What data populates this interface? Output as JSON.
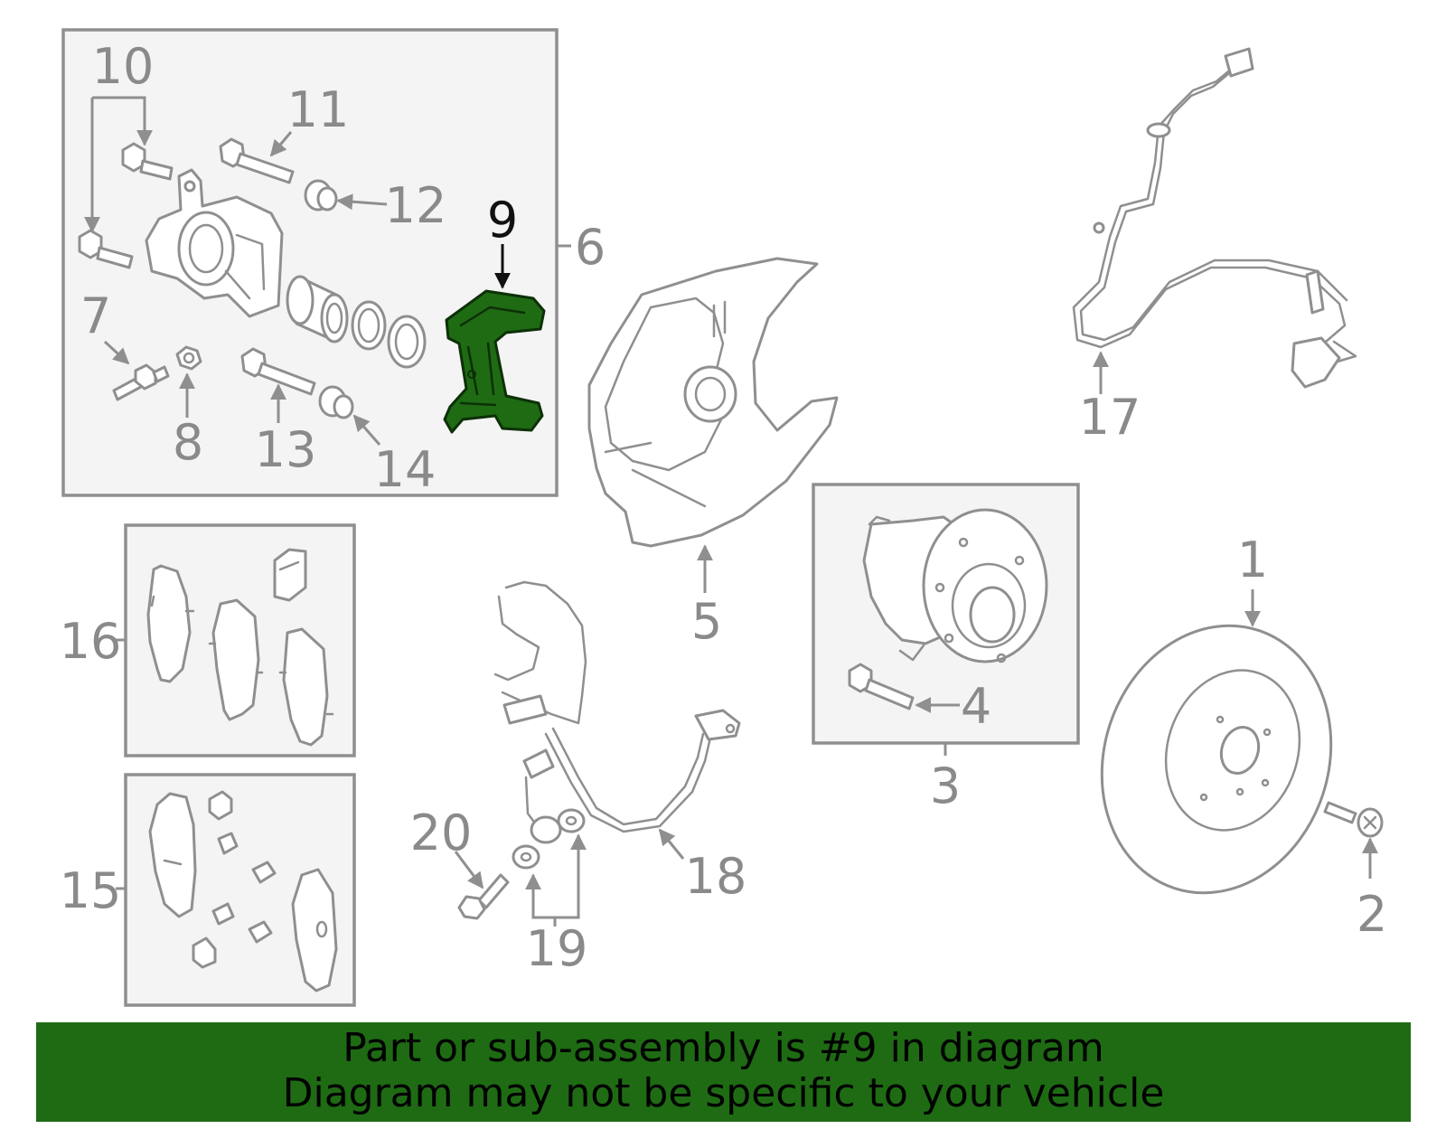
{
  "highlight": {
    "part": "9",
    "color": "#1e6b13"
  },
  "callouts": {
    "c1": "1",
    "c2": "2",
    "c3": "3",
    "c4": "4",
    "c5": "5",
    "c6": "6",
    "c7": "7",
    "c8": "8",
    "c9": "9",
    "c10": "10",
    "c11": "11",
    "c12": "12",
    "c13": "13",
    "c14": "14",
    "c15": "15",
    "c16": "16",
    "c17": "17",
    "c18": "18",
    "c19": "19",
    "c20": "20"
  },
  "banner": {
    "line1": "Part or sub-assembly is #9 in diagram",
    "line2": "Diagram may not be specific to your vehicle"
  }
}
